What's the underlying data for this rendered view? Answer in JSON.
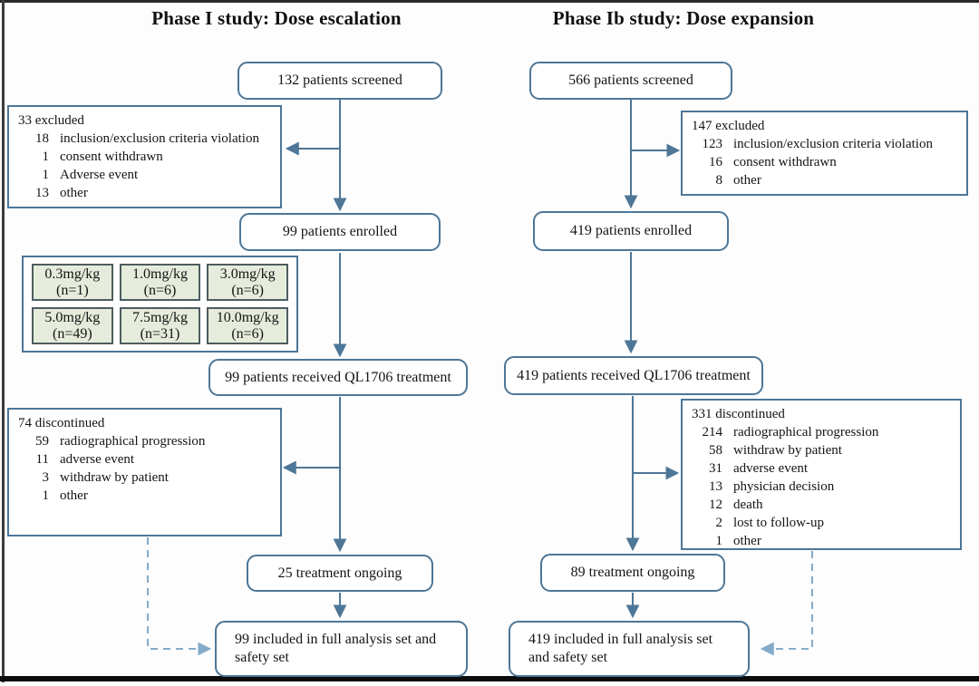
{
  "left": {
    "title": "Phase I study: Dose escalation",
    "screened": "132 patients screened",
    "excluded": {
      "header": "33 excluded",
      "items": [
        {
          "n": "18",
          "label": "inclusion/exclusion criteria violation"
        },
        {
          "n": "1",
          "label": "consent withdrawn"
        },
        {
          "n": "1",
          "label": "Adverse event"
        },
        {
          "n": "13",
          "label": "other"
        }
      ]
    },
    "enrolled": "99 patients enrolled",
    "doses": [
      {
        "dose": "0.3mg/kg",
        "n": "(n=1)"
      },
      {
        "dose": "1.0mg/kg",
        "n": "(n=6)"
      },
      {
        "dose": "3.0mg/kg",
        "n": "(n=6)"
      },
      {
        "dose": "5.0mg/kg",
        "n": "(n=49)"
      },
      {
        "dose": "7.5mg/kg",
        "n": "(n=31)"
      },
      {
        "dose": "10.0mg/kg",
        "n": "(n=6)"
      }
    ],
    "treatment": "99 patients received QL1706 treatment",
    "discontinued": {
      "header": "74 discontinued",
      "items": [
        {
          "n": "59",
          "label": "radiographical progression"
        },
        {
          "n": "11",
          "label": "adverse event"
        },
        {
          "n": "3",
          "label": "withdraw by patient"
        },
        {
          "n": "1",
          "label": "other"
        }
      ]
    },
    "ongoing": "25 treatment ongoing",
    "final": "99 included in full analysis set and safety set"
  },
  "right": {
    "title": "Phase Ib study:  Dose expansion",
    "screened": "566 patients screened",
    "excluded": {
      "header": "147 excluded",
      "items": [
        {
          "n": "123",
          "label": "inclusion/exclusion criteria violation"
        },
        {
          "n": "16",
          "label": "consent withdrawn"
        },
        {
          "n": "8",
          "label": "other"
        }
      ]
    },
    "enrolled": "419 patients enrolled",
    "treatment": "419 patients received QL1706 treatment",
    "discontinued": {
      "header": "331 discontinued",
      "items": [
        {
          "n": "214",
          "label": "radiographical progression"
        },
        {
          "n": "58",
          "label": "withdraw by patient"
        },
        {
          "n": "31",
          "label": "adverse event"
        },
        {
          "n": "13",
          "label": "physician decision"
        },
        {
          "n": "12",
          "label": "death"
        },
        {
          "n": "2",
          "label": "lost to follow-up"
        },
        {
          "n": "1",
          "label": "other"
        }
      ]
    },
    "ongoing": "89 treatment ongoing",
    "final": "419 included in full analysis set and safety set"
  },
  "colors": {
    "box_border": "#4d7697",
    "arrow": "#4d7697",
    "dashed_arrow": "#84abc9",
    "dose_cell_fill": "#e6ecdb",
    "dose_cell_border": "#4e5c60",
    "frame": "#0c0c0c",
    "text": "#141414"
  }
}
